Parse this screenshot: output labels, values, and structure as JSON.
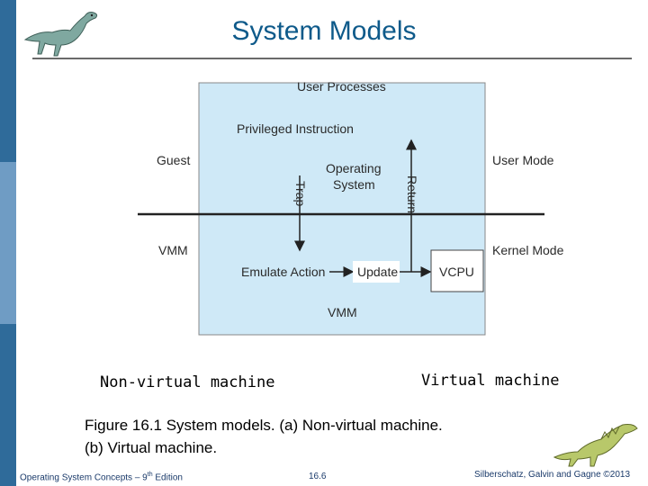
{
  "slide": {
    "title": "System Models"
  },
  "diagram": {
    "top_label": "User Processes",
    "privileged_instruction": "Privileged Instruction",
    "guest": "Guest",
    "user_mode": "User Mode",
    "operating_system_line1": "Operating",
    "operating_system_line2": "System",
    "trap": "Trap",
    "return_label": "Return",
    "vmm_left": "VMM",
    "kernel_mode": "Kernel Mode",
    "emulate_action": "Emulate Action",
    "update": "Update",
    "vcpu": "VCPU",
    "vmm_bottom": "VMM",
    "panel_color": "#cfe9f7"
  },
  "labels": {
    "non_virtual": "Non-virtual machine",
    "virtual": "Virtual machine"
  },
  "caption": {
    "line1": "Figure 16.1 System models. (a) Non-virtual machine.",
    "line2": "(b) Virtual machine."
  },
  "footer": {
    "book": "Operating System Concepts – 9",
    "book_sup": "th",
    "book_suffix": " Edition",
    "page": "16.6",
    "authors": "Silberschatz, Galvin and Gagne ©2013"
  }
}
